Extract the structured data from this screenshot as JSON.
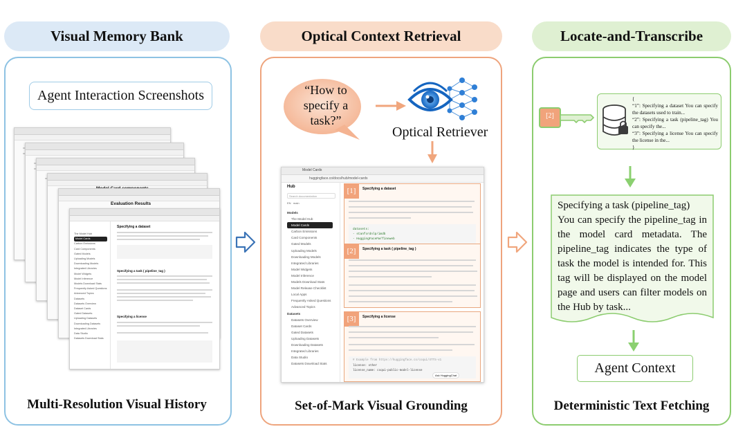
{
  "columns": [
    {
      "title": "Visual Memory Bank",
      "footer": "Multi-Resolution Visual History"
    },
    {
      "title": "Optical Context Retrieval",
      "footer": "Set-of-Mark Visual Grounding"
    },
    {
      "title": "Locate-and-Transcribe",
      "footer": "Deterministic Text Fetching"
    }
  ],
  "colors": {
    "blue_header": "#dce9f6",
    "blue_border": "#8dc2e3",
    "orange_header": "#f9dcc9",
    "orange_border": "#eea47d",
    "green_header": "#dff0d2",
    "green_border": "#8ccc6f",
    "arrow_blue": "#3a73b6",
    "arrow_orange": "#f0a67d",
    "arrow_green": "#8bd070"
  },
  "memory": {
    "label": "Agent Interaction Screenshots",
    "shot_titles": [
      "Model Card components",
      "Evaluation Results"
    ],
    "front": {
      "heading": "Specifying a dataset",
      "sidebar": [
        "The Model Hub",
        "Model Cards",
        "Carbon Emissions",
        "Card Components",
        "Gated Models",
        "Uploading Models",
        "Downloading Models",
        "Integrated Libraries",
        "Model Widgets",
        "Model Inference",
        "Models Download Stats",
        "Frequently Asked Questions",
        "Advanced Topics",
        "Datasets",
        "Datasets Overview",
        "Dataset Cards",
        "Gated Datasets",
        "Uploading Datasets",
        "Downloading Datasets",
        "Integrated Libraries",
        "Data Studio",
        "Datasets Download Stats"
      ],
      "sections": [
        "Specifying a task ( pipeline_tag )",
        "Specifying a license"
      ]
    }
  },
  "retrieval": {
    "query": "“How to specify a task?”",
    "retriever_label": "Optical Retriever",
    "icon": "eye-network-icon",
    "page": {
      "tab": "Model Cards",
      "url": "huggingface.co/docs/hub/model-cards",
      "hub": "Hub",
      "search": "Search documentation",
      "version": "main",
      "lang": "EN",
      "sidebar": [
        "Models",
        "The Model Hub",
        "Model Cards",
        "Carbon Emissions",
        "Card Components",
        "Gated Models",
        "Uploading Models",
        "Downloading Models",
        "Integrated Libraries",
        "Model Widgets",
        "Model Inference",
        "Models Download Stats",
        "Model Release Checklist",
        "Local Apps",
        "Frequently Asked Questions",
        "Advanced Topics",
        "Datasets",
        "Datasets Overview",
        "Dataset Cards",
        "Gated Datasets",
        "Uploading Datasets",
        "Downloading Datasets",
        "Integrated Libraries",
        "Data Studio",
        "Datasets Download Stats"
      ],
      "marks": [
        {
          "mark": "[1]",
          "heading": "Specifying a dataset",
          "code": [
            "datasets:",
            "- stanfordnlp/imdb",
            "- HuggingFaceFW/fineweb"
          ]
        },
        {
          "mark": "[2]",
          "heading": "Specifying a task ( pipeline_tag )"
        },
        {
          "mark": "[3]",
          "heading": "Specifying a license",
          "code": [
            "# Example from https://huggingface.co/coqui/XTTS-v1",
            "license: other",
            "license_name: coqui-public-model-license"
          ]
        }
      ],
      "badge": "Ask HuggingChat"
    }
  },
  "transcribe": {
    "key_mark": "[2]",
    "store_lines": [
      "{",
      "“1”: Specifying a dataset You can specify the datasets used to train...",
      "“2”: Specifying a task (pipeline_tag) You can specify the...",
      "“3”: Specifying a license You can specify the license in the...",
      "}"
    ],
    "fetched_text": [
      "Specifying a task (pipeline_tag)",
      "You can specify the pipeline_tag in the model card metadata. The pipeline_tag indicates the type of task the model is intended for. This tag will be displayed on the model page and users can filter models on the Hub by task..."
    ],
    "context_label": "Agent Context"
  }
}
